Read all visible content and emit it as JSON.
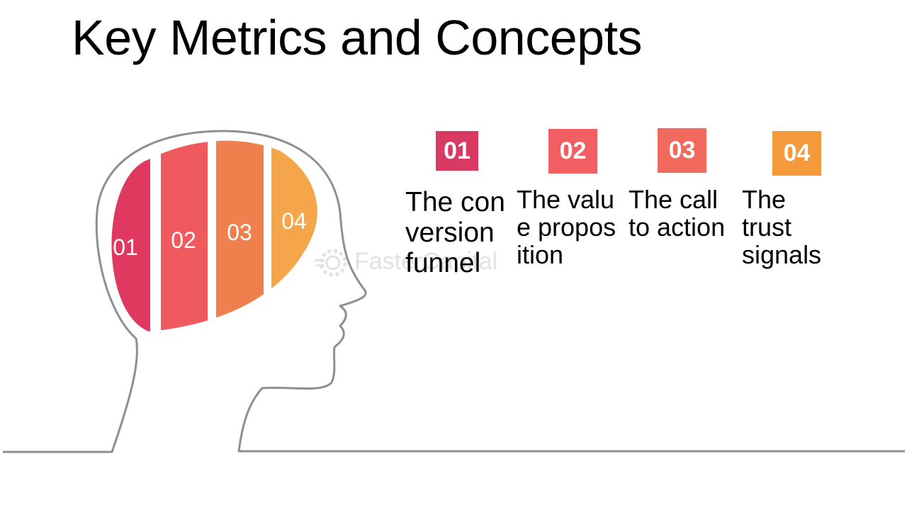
{
  "title": "Key Metrics and Concepts",
  "head_segments": [
    {
      "label": "01",
      "color": "#E0395F"
    },
    {
      "label": "02",
      "color": "#EF5A5F"
    },
    {
      "label": "03",
      "color": "#F07F4E"
    },
    {
      "label": "04",
      "color": "#F5A54A"
    }
  ],
  "items": [
    {
      "number": "01",
      "text": "The conversion funnel",
      "color": "#D93A63"
    },
    {
      "number": "02",
      "text": "The value proposition",
      "color": "#F25F63"
    },
    {
      "number": "03",
      "text": "The call to action",
      "color": "#F26A5E"
    },
    {
      "number": "04",
      "text": "The trust signals",
      "color": "#F59A3A"
    }
  ],
  "watermark": "FasterCapital"
}
